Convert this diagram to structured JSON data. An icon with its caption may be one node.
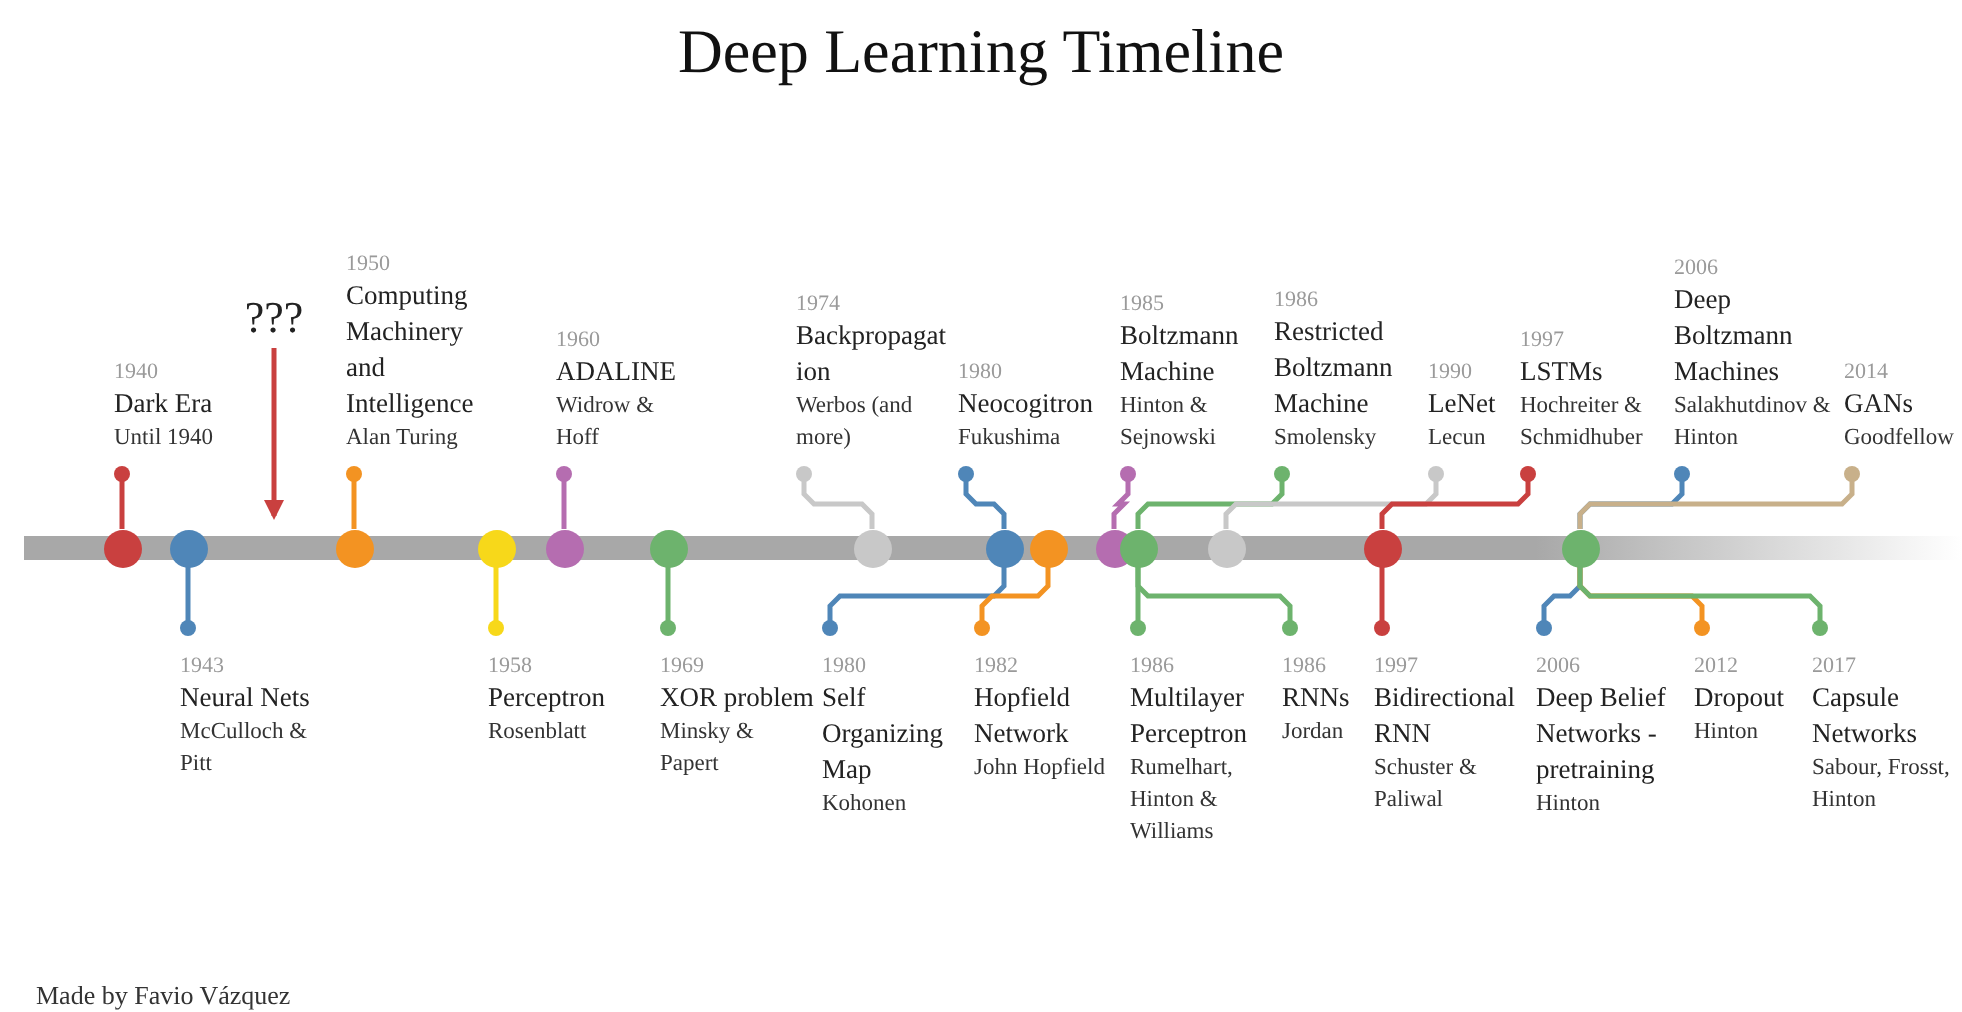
{
  "diagram": {
    "title": "Deep Learning Timeline",
    "caption": "Made by Favio Vázquez",
    "nodes": [
      {
        "text": [
          "1940",
          "Dark Era",
          "Until 1940"
        ]
      },
      {
        "text": [
          "???"
        ]
      },
      {
        "text": [
          "1950",
          "Computing Machinery and Intelligence",
          "Alan Turing"
        ]
      },
      {
        "text": [
          "1960",
          "ADALINE",
          "Widrow & Hoff"
        ]
      },
      {
        "text": [
          "1974",
          "Backpropagation",
          "Werbos (and more)"
        ]
      },
      {
        "text": [
          "1980",
          "Neocogitron",
          "Fukushima"
        ]
      },
      {
        "text": [
          "1985",
          "Boltzmann Machine",
          "Hinton & Sejnowski"
        ]
      },
      {
        "text": [
          "1986",
          "Restricted Boltzmann Machine",
          "Smolensky"
        ]
      },
      {
        "text": [
          "1990",
          "LeNet",
          "Lecun"
        ]
      },
      {
        "text": [
          "1997",
          "LSTMs",
          "Hochreiter & Schmidhuber"
        ]
      },
      {
        "text": [
          "2006",
          "Deep Boltzmann Machines",
          "Salakhutdinov & Hinton"
        ]
      },
      {
        "text": [
          "2014",
          "GANs",
          "Goodfellow"
        ]
      },
      {
        "text": [],
        "shape": "circle"
      },
      {
        "text": [],
        "shape": "circle"
      },
      {
        "text": [],
        "shape": "circle"
      },
      {
        "text": [],
        "shape": "circle"
      },
      {
        "text": [],
        "shape": "circle"
      },
      {
        "text": [],
        "shape": "circle"
      },
      {
        "text": [],
        "shape": "circle"
      },
      {
        "text": [],
        "shape": "circle"
      },
      {
        "text": [],
        "shape": "circle"
      },
      {
        "text": [],
        "shape": "circle"
      },
      {
        "text": [],
        "shape": "circle"
      },
      {
        "text": [],
        "shape": "circle"
      },
      {
        "text": [],
        "shape": "circle"
      },
      {
        "text": [],
        "shape": "circle"
      },
      {
        "text": [
          "1943",
          "Neural Nets",
          "McCulloch & Pitt"
        ]
      },
      {
        "text": [
          "1958",
          "Perceptron",
          "Rosenblatt"
        ]
      },
      {
        "text": [
          "1969",
          "XOR problem",
          "Minsky & Papert"
        ]
      },
      {
        "text": [
          "1980",
          "Self Organizing Map",
          "Kohonen"
        ]
      },
      {
        "text": [
          "1982",
          "Hopfield Network",
          "John Hopfield"
        ]
      },
      {
        "text": [
          "1986",
          "Multilayer Perceptron",
          "Rumelhart, Hinton & Williams"
        ]
      },
      {
        "text": [
          "1986",
          "RNNs",
          "Jordan"
        ]
      },
      {
        "text": [
          "1997",
          "Bidirectional RNN",
          "Schuster & Paliwal"
        ]
      },
      {
        "text": [
          "2006",
          "Deep Belief Networks - pretraining",
          "Hinton"
        ]
      },
      {
        "text": [
          "2012",
          "Dropout",
          "Hinton"
        ]
      },
      {
        "text": [
          "2017",
          "Capsule Networks",
          "Sabour, Frosst, Hinton"
        ]
      }
    ],
    "edges": [
      {
        "from": 12,
        "to": 0,
        "arrow": "other",
        "color": "#c9403f"
      },
      {
        "from": 13,
        "to": 26,
        "arrow": "other",
        "color": "#4f86b8"
      },
      {
        "from": 14,
        "to": 2,
        "arrow": "other",
        "color": "#f39322"
      },
      {
        "from": 15,
        "to": 27,
        "arrow": "other",
        "color": "#f7d81a"
      },
      {
        "from": 16,
        "to": 3,
        "arrow": "other",
        "color": "#b56db0"
      },
      {
        "from": 17,
        "to": 28,
        "arrow": "other",
        "color": "#6db36d"
      },
      {
        "from": 18,
        "to": 4,
        "arrow": "other",
        "color": "#c8c8c8"
      },
      {
        "from": 19,
        "to": 5,
        "arrow": "other",
        "color": "#4f86b8"
      },
      {
        "from": 19,
        "to": 29,
        "arrow": "other",
        "color": "#4f86b8"
      },
      {
        "from": 20,
        "to": 30,
        "arrow": "other",
        "color": "#f39322"
      },
      {
        "from": 21,
        "to": 6,
        "arrow": "other",
        "color": "#b56db0"
      },
      {
        "from": 22,
        "to": 7,
        "arrow": "other",
        "color": "#6db36d"
      },
      {
        "from": 22,
        "to": 31,
        "arrow": "other",
        "color": "#6db36d"
      },
      {
        "from": 22,
        "to": 32,
        "arrow": "other",
        "color": "#6db36d"
      },
      {
        "from": 23,
        "to": 8,
        "arrow": "other",
        "color": "#c8c8c8"
      },
      {
        "from": 24,
        "to": 9,
        "arrow": "other",
        "color": "#c9403f"
      },
      {
        "from": 24,
        "to": 33,
        "arrow": "other",
        "color": "#c9403f"
      },
      {
        "from": 25,
        "to": 10,
        "arrow": "other",
        "color": "#4f86b8"
      },
      {
        "from": 25,
        "to": 11,
        "arrow": "other",
        "color": "#c8b08a"
      },
      {
        "from": 25,
        "to": 34,
        "arrow": "other",
        "color": "#4f86b8"
      },
      {
        "from": 25,
        "to": 35,
        "arrow": "other",
        "color": "#f39322"
      },
      {
        "from": 25,
        "to": 36,
        "arrow": "other",
        "color": "#6db36d"
      },
      {
        "from": 1,
        "to": null,
        "arrow": "to",
        "color": "#c9403f"
      }
    ]
  }
}
